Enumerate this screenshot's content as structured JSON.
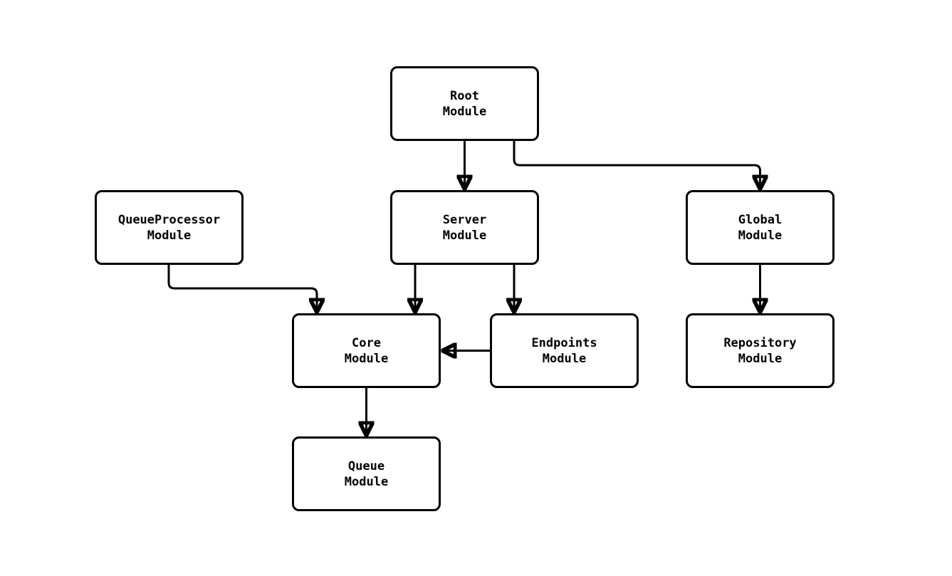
{
  "diagram": {
    "background_color": "#ffffff",
    "line_color": "#000000",
    "text_color": "#000000",
    "nodes": [
      {
        "id": "root",
        "label": "Root\nModule"
      },
      {
        "id": "queueprocessor",
        "label": "QueueProcessor\nModule"
      },
      {
        "id": "server",
        "label": "Server\nModule"
      },
      {
        "id": "global",
        "label": "Global\nModule"
      },
      {
        "id": "core",
        "label": "Core\nModule"
      },
      {
        "id": "endpoints",
        "label": "Endpoints\nModule"
      },
      {
        "id": "repository",
        "label": "Repository\nModule"
      },
      {
        "id": "queue",
        "label": "Queue\nModule"
      }
    ],
    "edges": [
      {
        "from": "root",
        "to": "server"
      },
      {
        "from": "root",
        "to": "global"
      },
      {
        "from": "queueprocessor",
        "to": "core"
      },
      {
        "from": "server",
        "to": "core"
      },
      {
        "from": "server",
        "to": "endpoints"
      },
      {
        "from": "endpoints",
        "to": "core"
      },
      {
        "from": "global",
        "to": "repository"
      },
      {
        "from": "core",
        "to": "queue"
      }
    ]
  }
}
